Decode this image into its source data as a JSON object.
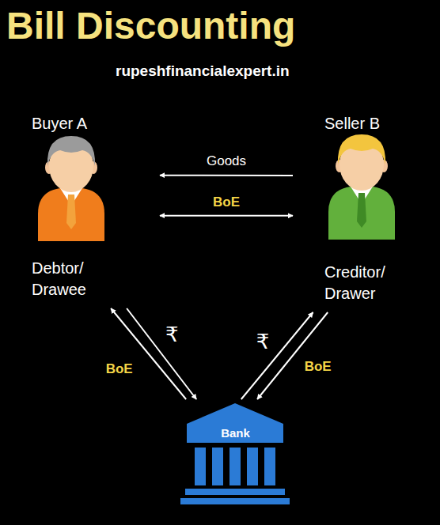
{
  "diagram": {
    "title": "Bill Discounting",
    "nodes": [
      {
        "text": [
          "Buyer A",
          "Debtor/ Drawee"
        ]
      },
      {
        "text": [
          "Seller B",
          "Creditor/ Drawer"
        ]
      },
      {
        "text": [
          "Bank"
        ]
      }
    ],
    "edges": [
      {
        "from": 1,
        "to": 0,
        "label": "Goods",
        "arrow": "to"
      },
      {
        "from": 0,
        "to": 1,
        "label": "BoE",
        "arrow": "both"
      },
      {
        "from": 2,
        "to": 0,
        "label": "BoE",
        "arrow": "to"
      },
      {
        "from": 0,
        "to": 2,
        "label": "₹",
        "arrow": "to"
      },
      {
        "from": 2,
        "to": 1,
        "label": "₹",
        "arrow": "to"
      },
      {
        "from": 1,
        "to": 2,
        "label": "BoE",
        "arrow": "to"
      }
    ],
    "labels": [
      "rupeshfinancialexpert.in"
    ]
  }
}
